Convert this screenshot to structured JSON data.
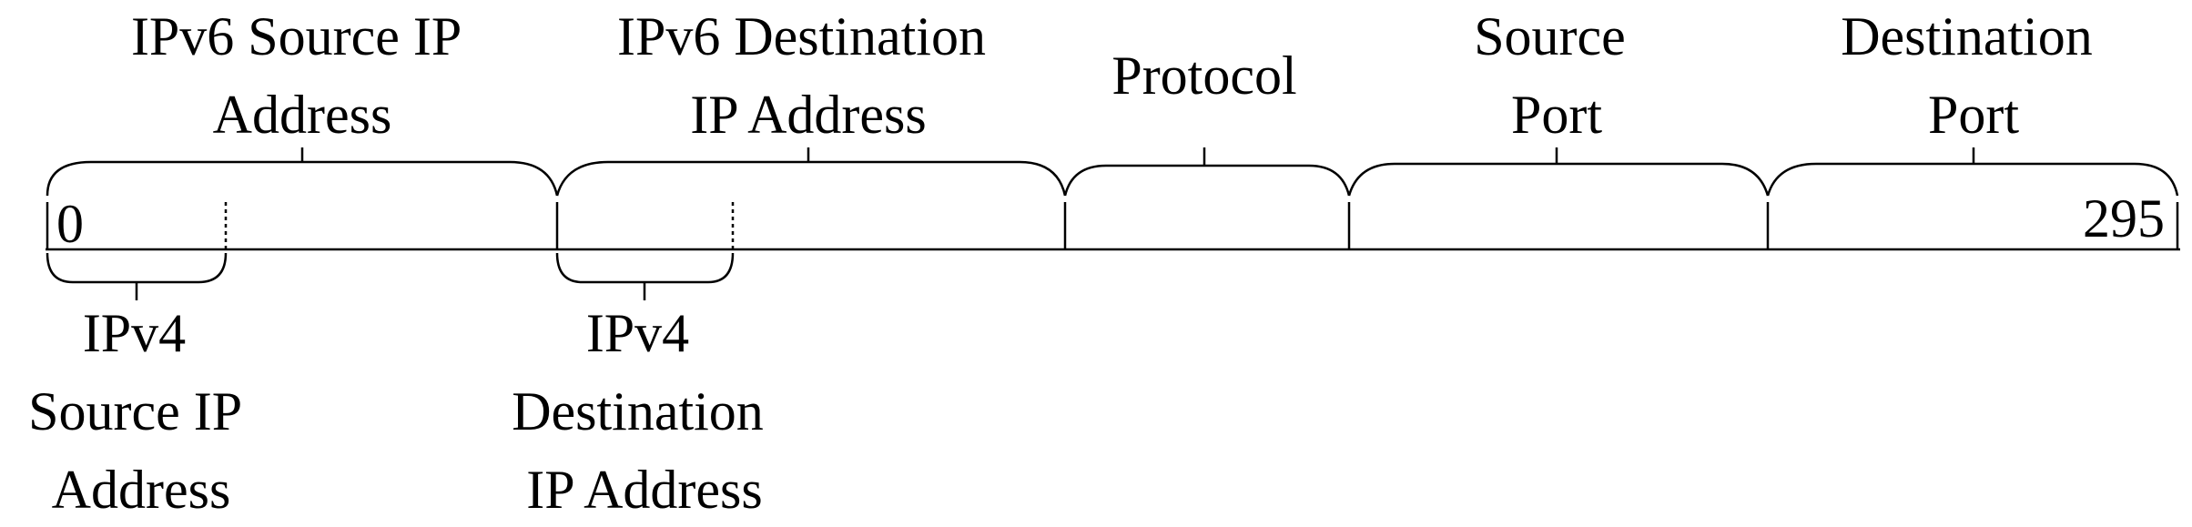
{
  "diagram": {
    "range": {
      "start": "0",
      "end": "295"
    },
    "top_fields": [
      {
        "lines": [
          "IPv6 Source IP",
          "Address"
        ]
      },
      {
        "lines": [
          "IPv6 Destination",
          "IP Address"
        ]
      },
      {
        "lines": [
          "Protocol"
        ]
      },
      {
        "lines": [
          "Source",
          "Port"
        ]
      },
      {
        "lines": [
          "Destination",
          "Port"
        ]
      }
    ],
    "bottom_fields": [
      {
        "lines": [
          "IPv4",
          "Source IP",
          "Address"
        ]
      },
      {
        "lines": [
          "IPv4",
          "Destination",
          "IP Address"
        ]
      }
    ]
  }
}
